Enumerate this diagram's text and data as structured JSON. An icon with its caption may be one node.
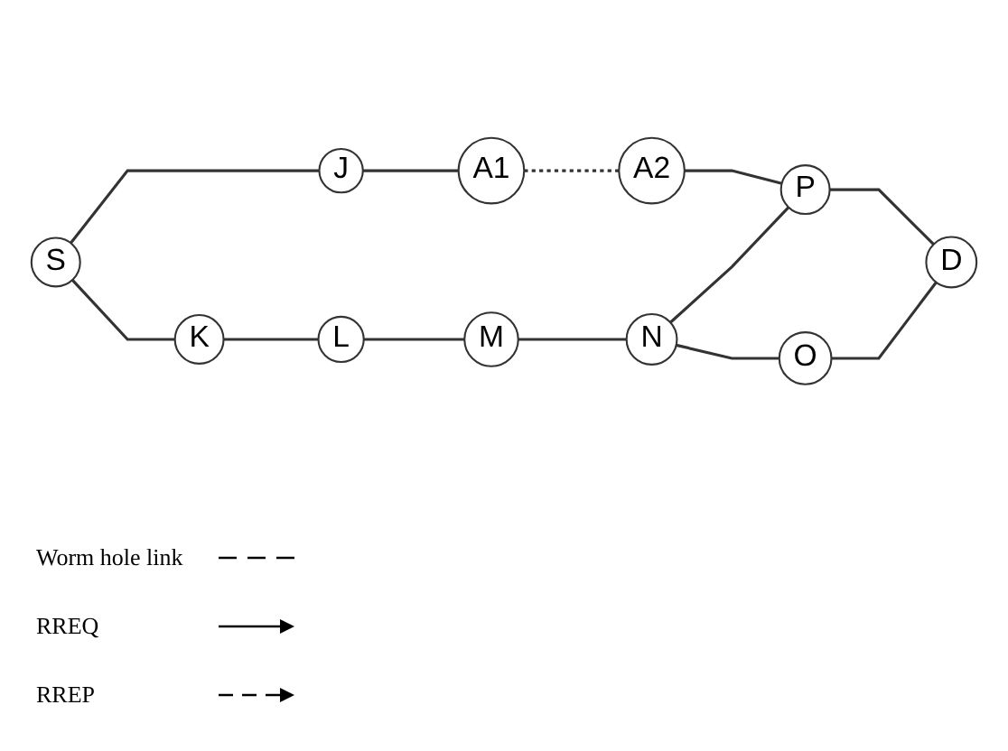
{
  "diagram": {
    "nodes": [
      {
        "text": [
          "S"
        ]
      },
      {
        "text": [
          "J"
        ]
      },
      {
        "text": [
          "A1"
        ]
      },
      {
        "text": [
          "A2"
        ]
      },
      {
        "text": [
          "P"
        ]
      },
      {
        "text": [
          "D"
        ]
      },
      {
        "text": [
          "K"
        ]
      },
      {
        "text": [
          "L"
        ]
      },
      {
        "text": [
          "M"
        ]
      },
      {
        "text": [
          "N"
        ]
      },
      {
        "text": [
          "O"
        ]
      }
    ],
    "edges": [
      {
        "from": 0,
        "to": 1,
        "arrow": "none"
      },
      {
        "from": 1,
        "to": 2,
        "arrow": "none"
      },
      {
        "from": 2,
        "to": 3,
        "arrow": "none",
        "style": "dashed"
      },
      {
        "from": 3,
        "to": 4,
        "arrow": "none"
      },
      {
        "from": 4,
        "to": 5,
        "arrow": "none"
      },
      {
        "from": 0,
        "to": 6,
        "arrow": "none"
      },
      {
        "from": 6,
        "to": 7,
        "arrow": "none"
      },
      {
        "from": 7,
        "to": 8,
        "arrow": "none"
      },
      {
        "from": 8,
        "to": 9,
        "arrow": "none"
      },
      {
        "from": 9,
        "to": 4,
        "arrow": "none"
      },
      {
        "from": 9,
        "to": 10,
        "arrow": "none"
      },
      {
        "from": 10,
        "to": 5,
        "arrow": "none"
      }
    ],
    "legend": [
      {
        "text": "Worm hole link"
      },
      {
        "text": "RREQ"
      },
      {
        "text": "RREP"
      }
    ]
  }
}
